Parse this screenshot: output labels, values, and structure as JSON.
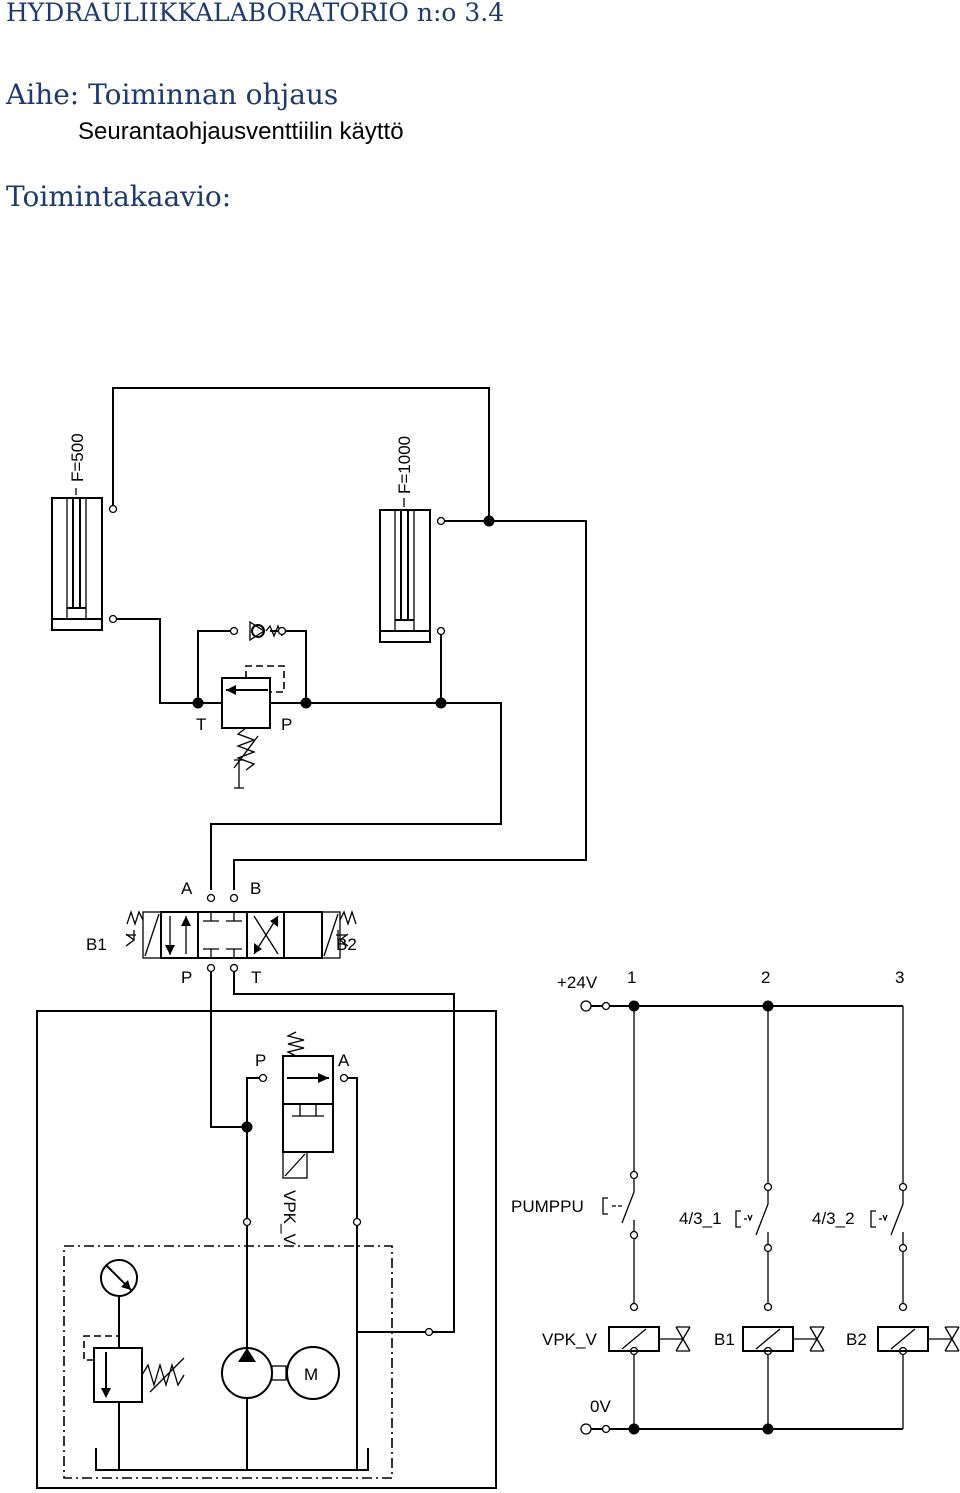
{
  "header": {
    "lab_title": "HYDRAULIIKKALABORATORIO n:o 3.4",
    "topic": "Aihe: Toiminnan ohjaus",
    "subtopic": "Seurantaohjausventtiilin käyttö",
    "diagram_heading": "Toimintakaavio:"
  },
  "hydraulic": {
    "cylinder1_force": "F=500",
    "cylinder2_force": "F=1000",
    "relief_port_t": "T",
    "relief_port_p": "P",
    "valve_port_a": "A",
    "valve_port_b": "B",
    "valve_port_p": "P",
    "valve_port_t": "T",
    "solenoid_b1": "B1",
    "solenoid_b2": "B2",
    "vpk_port_p": "P",
    "vpk_port_a": "A",
    "vpk_label": "VPK_V",
    "motor_label": "M"
  },
  "electric": {
    "supply_label": "+24V",
    "ground_label": "0V",
    "branch_numbers": [
      "1",
      "2",
      "3"
    ],
    "switch_labels": [
      "PUMPPU",
      "4/3_1",
      "4/3_2"
    ],
    "coil_labels": [
      "VPK_V",
      "B1",
      "B2"
    ]
  }
}
